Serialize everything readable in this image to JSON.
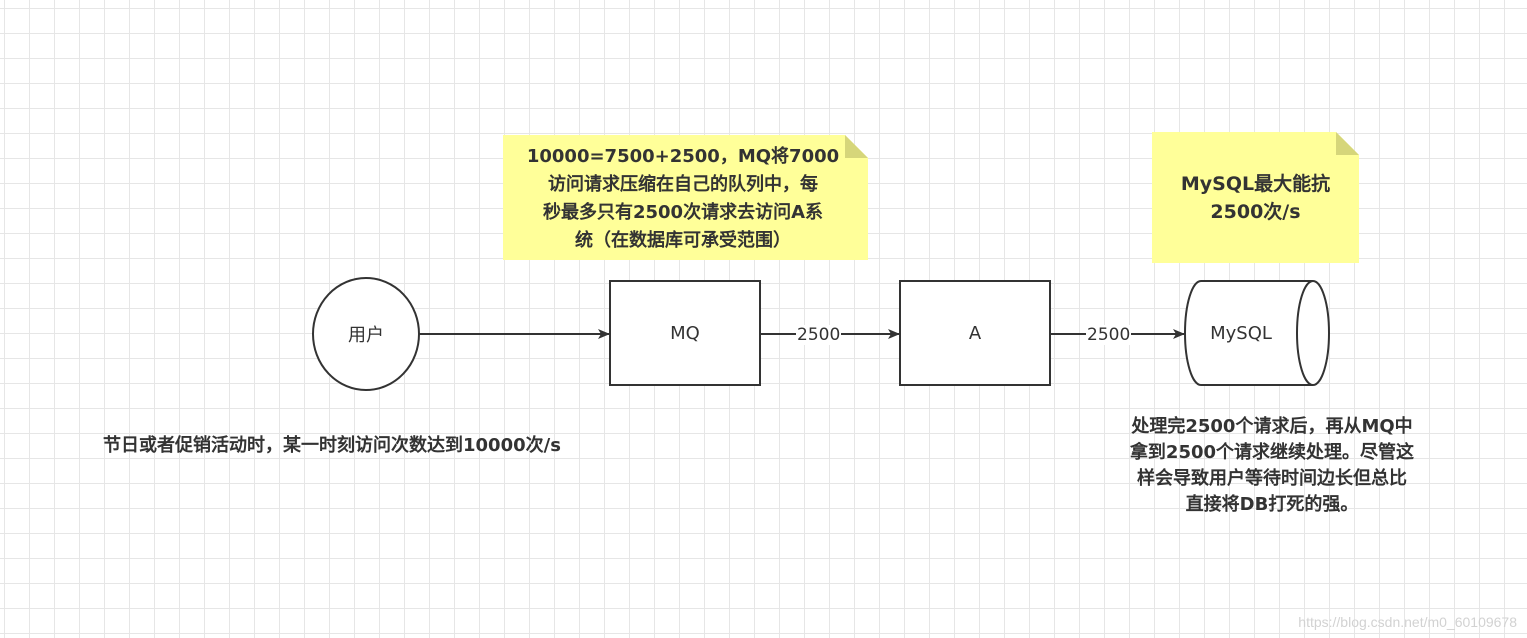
{
  "nodes": {
    "user": {
      "label": "用户",
      "shape": "circle"
    },
    "mq": {
      "label": "MQ",
      "shape": "rectangle"
    },
    "a": {
      "label": "A",
      "shape": "rectangle"
    },
    "mysql": {
      "label": "MySQL",
      "shape": "cylinder"
    }
  },
  "edges": [
    {
      "from": "user",
      "to": "mq",
      "label": ""
    },
    {
      "from": "mq",
      "to": "a",
      "label": "2500"
    },
    {
      "from": "a",
      "to": "mysql",
      "label": "2500"
    }
  ],
  "notes": {
    "mq_note": "10000=7500+2500，MQ将7000\n访问请求压缩在自己的队列中，每\n秒最多只有2500次请求去访问A系\n统（在数据库可承受范围）",
    "mysql_note": "MySQL最大能抗\n2500次/s"
  },
  "texts": {
    "holiday": "节日或者促销活动时，某一时刻访问次数达到10000次/s",
    "process": "处理完2500个请求后，再从MQ中\n拿到2500个请求继续处理。尽管这\n样会导致用户等待时间边长但总比\n直接将DB打死的强。"
  },
  "watermark": "https://blog.csdn.net/m0_60109678",
  "colors": {
    "note_fill": "#ffff99",
    "note_fold": "#d6d67a",
    "stroke": "#333333"
  }
}
